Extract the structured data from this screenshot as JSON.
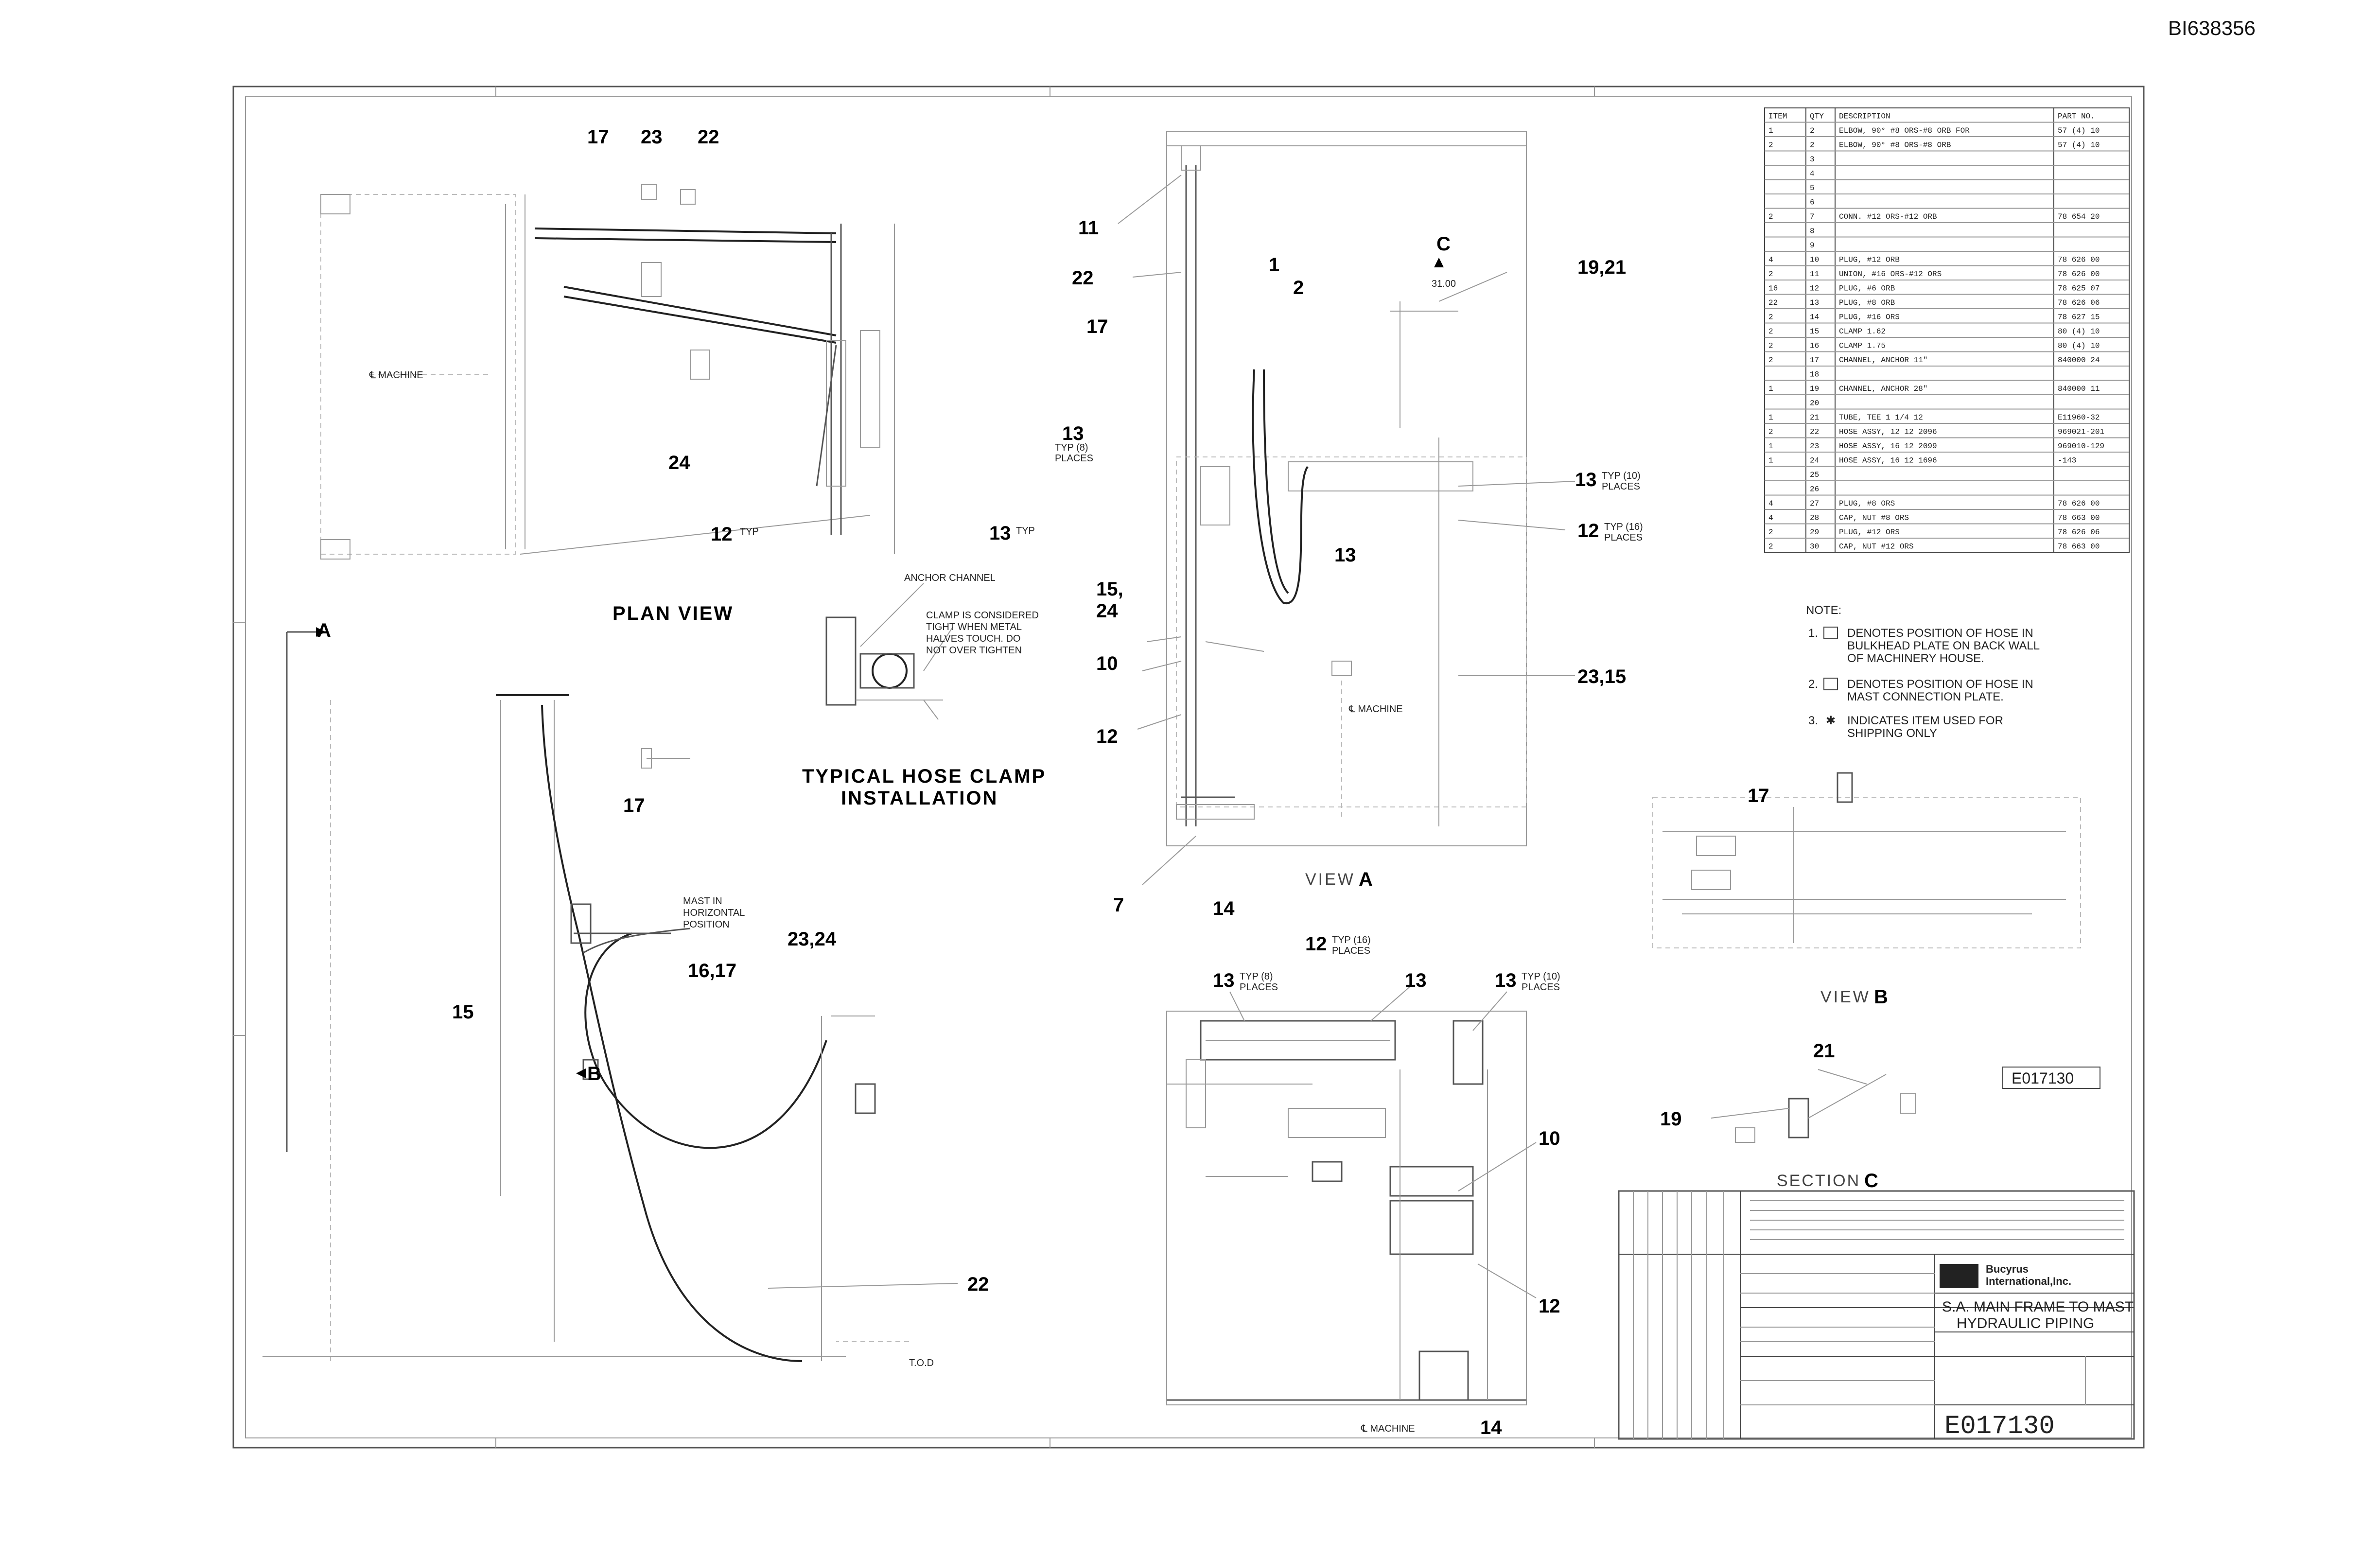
{
  "sheet_id": "BI638356",
  "views": {
    "plan_view": "PLAN VIEW",
    "hose_clamp": [
      "TYPICAL HOSE CLAMP",
      "INSTALLATION"
    ],
    "view_a": {
      "word": "VIEW",
      "letter": "A"
    },
    "view_b": {
      "word": "VIEW",
      "letter": "B"
    },
    "section_c": {
      "word": "SECTION",
      "letter": "C"
    }
  },
  "section_markers": {
    "a": "A",
    "b": "B",
    "c": "C"
  },
  "callouts": {
    "c17a": "17",
    "c23a": "23",
    "c22a": "22",
    "c24a": "24",
    "c12a": "12",
    "c13a": "13",
    "c17b": "17",
    "c2324": "23,24",
    "c1617": "16,17",
    "c15a": "15",
    "c22b": "22",
    "c11": "11",
    "c22c": "22",
    "c17c": "17",
    "c1": "1",
    "c2": "2",
    "c1921": "19,21",
    "c13b": "13",
    "c13c": "13",
    "c13d": "13",
    "c12b": "12",
    "c1524": [
      "15,",
      "24"
    ],
    "c10a": "10",
    "c2315": "23,15",
    "c12c": "12",
    "c7": "7",
    "c14a": "14",
    "c12d": "12",
    "c13e": "13",
    "c13f": "13",
    "c13g": "13",
    "c10b": "10",
    "c12e": "12",
    "c14b": "14",
    "c17d": "17",
    "c21": "21",
    "c19": "19"
  },
  "small_notes": {
    "typ": "TYP",
    "typ8": [
      "TYP (8)",
      "PLACES"
    ],
    "typ16": [
      "TYP (16)",
      "PLACES"
    ],
    "typ10": [
      "TYP (10)",
      "PLACES"
    ],
    "anchor": "ANCHOR CHANNEL",
    "clamp_note": [
      "CLAMP IS CONSIDERED",
      "TIGHT WHEN METAL",
      "HALVES TOUCH. DO",
      "NOT OVER TIGHTEN"
    ],
    "mast": [
      "MAST IN",
      "HORIZONTAL",
      "POSITION"
    ],
    "machine": "℄ MACHINE",
    "tod": "T.O.D",
    "dim": "31.00",
    "ref": "E017130"
  },
  "bom": {
    "headers": [
      "ITEM",
      "QTY",
      "DESCRIPTION",
      "PART NO."
    ],
    "rows": [
      [
        "1",
        "2",
        "ELBOW, 90° #8 ORS-#8 ORB FOR",
        "57 (4) 10"
      ],
      [
        "2",
        "2",
        "ELBOW, 90° #8 ORS-#8 ORB",
        "57 (4) 10"
      ],
      [
        "",
        "3",
        "",
        ""
      ],
      [
        "",
        "4",
        "",
        ""
      ],
      [
        "",
        "5",
        "",
        ""
      ],
      [
        "",
        "6",
        "",
        ""
      ],
      [
        "2",
        "7",
        "CONN. #12 ORS-#12 ORB",
        "78 654 20"
      ],
      [
        "",
        "8",
        "",
        ""
      ],
      [
        "",
        "9",
        "",
        ""
      ],
      [
        "4",
        "10",
        "PLUG, #12 ORB",
        "78 626 00"
      ],
      [
        "2",
        "11",
        "UNION, #16 ORS-#12 ORS",
        "78 626 00"
      ],
      [
        "16",
        "12",
        "PLUG, #6 ORB",
        "78 625 07"
      ],
      [
        "22",
        "13",
        "PLUG, #8 ORB",
        "78 626 06"
      ],
      [
        "2",
        "14",
        "PLUG, #16 ORS",
        "78 627 15"
      ],
      [
        "2",
        "15",
        "CLAMP 1.62",
        "80 (4) 10"
      ],
      [
        "2",
        "16",
        "CLAMP 1.75",
        "80 (4) 10"
      ],
      [
        "2",
        "17",
        "CHANNEL, ANCHOR 11\"",
        "840000 24"
      ],
      [
        "",
        "18",
        "",
        ""
      ],
      [
        "1",
        "19",
        "CHANNEL, ANCHOR 28\"",
        "840000 11"
      ],
      [
        "",
        "20",
        "",
        ""
      ],
      [
        "1",
        "21",
        "TUBE, TEE 1 1/4 12",
        "E11960-32"
      ],
      [
        "2",
        "22",
        "HOSE ASSY, 12 12 2096",
        "969021-201"
      ],
      [
        "1",
        "23",
        "HOSE ASSY, 16 12 2099",
        "969010-129"
      ],
      [
        "1",
        "24",
        "HOSE ASSY, 16 12 1696",
        "-143"
      ],
      [
        "",
        "25",
        "",
        ""
      ],
      [
        "",
        "26",
        "",
        ""
      ],
      [
        "4",
        "27",
        "PLUG, #8 ORS",
        "78 626 00"
      ],
      [
        "4",
        "28",
        "CAP, NUT #8 ORS",
        "78 663 00"
      ],
      [
        "2",
        "29",
        "PLUG, #12 ORS",
        "78 626 06"
      ],
      [
        "2",
        "30",
        "CAP, NUT #12 ORS",
        "78 663 00"
      ]
    ]
  },
  "notes": {
    "title": "NOTE:",
    "n1": [
      "1.",
      "DENOTES POSITION OF HOSE IN",
      "BULKHEAD PLATE ON BACK WALL",
      "OF MACHINERY HOUSE."
    ],
    "n2": [
      "2.",
      "DENOTES POSITION OF HOSE IN",
      "MAST CONNECTION PLATE."
    ],
    "n3": [
      "3.",
      "INDICATES ITEM USED FOR",
      "SHIPPING ONLY"
    ]
  },
  "title_block": {
    "company": [
      "Bucyrus",
      "International,Inc."
    ],
    "title": [
      "S.A. MAIN FRAME TO MAST",
      "HYDRAULIC PIPING"
    ],
    "drawing_no": "E017130"
  }
}
